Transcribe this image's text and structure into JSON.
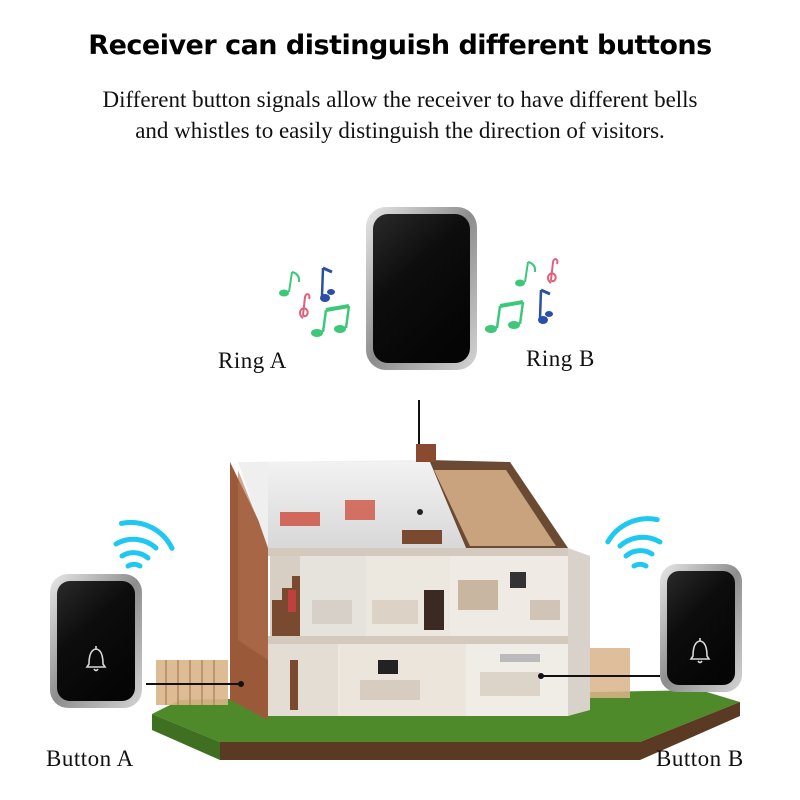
{
  "header": {
    "title": "Receiver can distinguish different buttons",
    "subtitle": "Different button signals allow the receiver to have different bells and whistles to easily distinguish the direction of visitors."
  },
  "labels": {
    "ring_a": "Ring  A",
    "ring_b": "Ring  B",
    "button_a": "Button  A",
    "button_b": "Button  B"
  },
  "colors": {
    "device_body": "#101010",
    "device_rim": "#b9b9b9",
    "wifi": "#1ec8f0",
    "note_green": "#3cc878",
    "note_blue": "#2a4fa8",
    "note_pink": "#e0607a",
    "grass": "#4f8a2a",
    "brick": "#9a5a3a"
  },
  "icons": {
    "bell": "bell-icon",
    "wifi": "wifi-signal-icon",
    "notes": "music-notes-icon"
  }
}
